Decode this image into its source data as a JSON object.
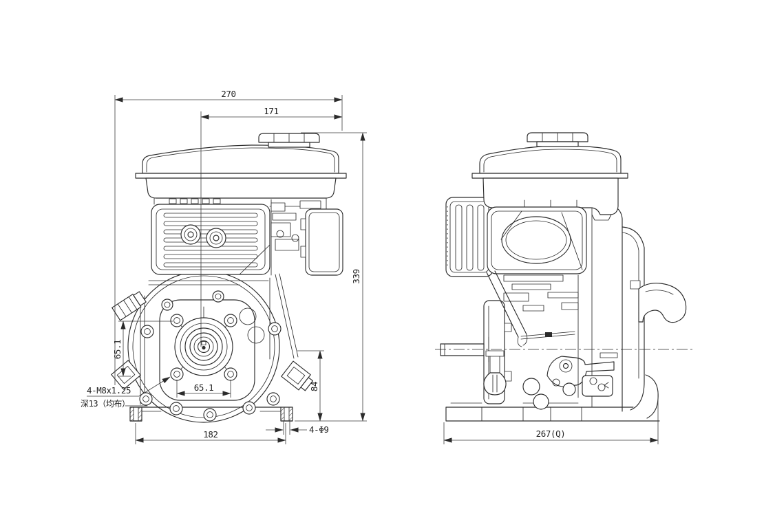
{
  "document": {
    "kind": "engine-outline-dimension-drawing",
    "background": "#ffffff",
    "line_color": "#2b2b2b",
    "views": [
      "front-view",
      "side-view"
    ]
  },
  "front_view": {
    "dim_overall_width": "270",
    "dim_centerline_to_right": "171",
    "dim_overall_height": "339",
    "dim_left_bolt_spacing": "65.1",
    "dim_bottom_bolt_spacing": "65.1",
    "dim_shaft_center_to_base": "84",
    "dim_foot_span": "182",
    "dim_foot_holes": "4-Φ9",
    "note_tapped_holes_line1": "4-M8x1.25",
    "note_tapped_holes_line2": "深13（均布）"
  },
  "side_view": {
    "dim_overall_length": "267(Q)"
  }
}
